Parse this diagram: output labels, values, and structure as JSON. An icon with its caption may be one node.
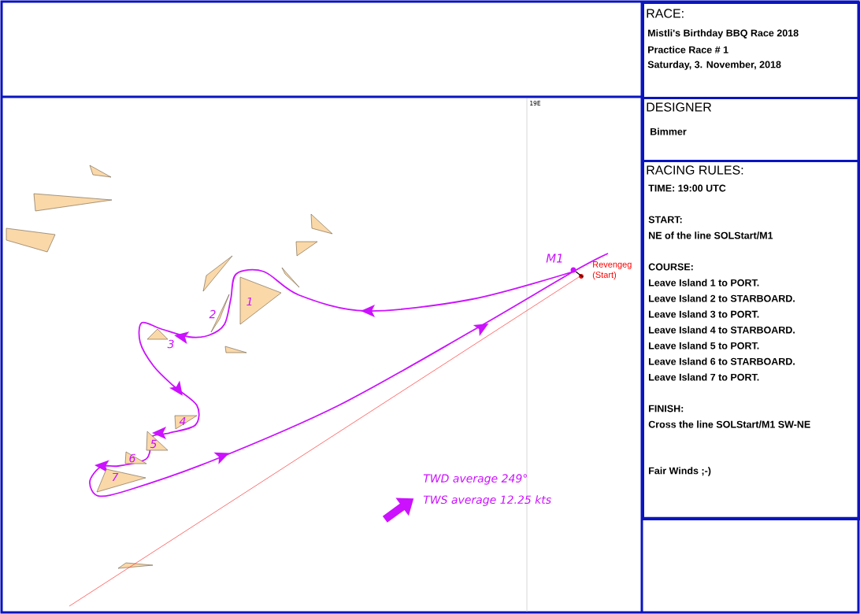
{
  "diagram": {
    "nodes": [
      {
        "text": [
          "RACE:",
          "Mistli's Birthday BBQ Race 2018",
          "Practice Race # 1",
          "Saturday, 3. November, 2018"
        ]
      },
      {
        "text": [
          "DESIGNER",
          "Bimmer"
        ]
      },
      {
        "text": [
          "RACING RULES:",
          "TIME: 19:00 UTC",
          "START:",
          "NE of the line SOLStart/M1",
          "COURSE:",
          "Leave Island 1 to PORT.",
          "Leave Island 2 to STARBOARD.",
          "Leave Island 3 to PORT.",
          "Leave Island 4 to STARBOARD.",
          "Leave Island 5 to PORT.",
          "Leave Island 6 to STARBOARD.",
          "Leave Island 7 to PORT.",
          "FINISH:",
          "Cross the line SOLStart/M1 SW-NE",
          "Fair Winds ;-)"
        ]
      },
      {
        "text": [
          "1"
        ]
      },
      {
        "text": [
          "2"
        ]
      },
      {
        "text": [
          "3"
        ]
      },
      {
        "text": [
          "4"
        ]
      },
      {
        "text": [
          "5"
        ]
      },
      {
        "text": [
          "6"
        ]
      },
      {
        "text": [
          "7"
        ]
      },
      {
        "text": [],
        "shape": "polygon"
      },
      {
        "text": [],
        "shape": "polygon"
      },
      {
        "text": [],
        "shape": "polygon"
      },
      {
        "text": [],
        "shape": "polygon"
      },
      {
        "text": [],
        "shape": "polygon"
      },
      {
        "text": [],
        "shape": "polygon"
      },
      {
        "text": [],
        "shape": "polygon"
      },
      {
        "text": [],
        "shape": "polygon"
      },
      {
        "text": [],
        "shape": "polygon"
      }
    ],
    "labels": [
      "19E",
      "M1",
      "Revengeg",
      "(Start)",
      "TWD average 249°",
      "TWS average 12.25 kts"
    ]
  }
}
